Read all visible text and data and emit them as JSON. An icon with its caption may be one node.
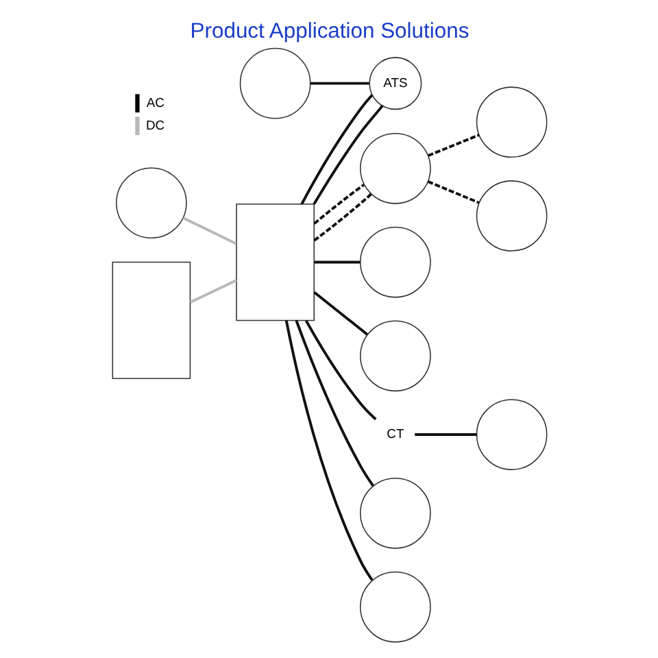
{
  "diagram": {
    "title": "Product Application Solutions",
    "nodes": [
      {
        "text": [],
        "shape": "box"
      },
      {
        "text": [],
        "shape": "circle"
      },
      {
        "text": [],
        "shape": "box"
      },
      {
        "text": [],
        "shape": "circle"
      },
      {
        "text": [],
        "shape": "circle"
      },
      {
        "text": [],
        "shape": "circle"
      },
      {
        "text": [],
        "shape": "circle"
      },
      {
        "text": [],
        "shape": "circle"
      },
      {
        "text": [],
        "shape": "circle"
      },
      {
        "text": [
          "CT"
        ]
      },
      {
        "text": [],
        "shape": "circle"
      },
      {
        "text": [],
        "shape": "circle"
      },
      {
        "text": [],
        "shape": "circle"
      },
      {
        "text": [
          "ATS"
        ]
      }
    ],
    "edges": [
      {
        "from": 0,
        "to": 3,
        "arrow": "none",
        "style": "dashed"
      },
      {
        "from": 0,
        "to": 3,
        "arrow": "none",
        "style": "dashed"
      },
      {
        "from": 3,
        "to": 4,
        "arrow": "none",
        "style": "dashed"
      },
      {
        "from": 3,
        "to": 5,
        "arrow": "none",
        "style": "dashed"
      },
      {
        "from": 1,
        "to": 0,
        "arrow": "none",
        "color": "#b8b8b8"
      },
      {
        "from": 2,
        "to": 0,
        "arrow": "none",
        "color": "#b8b8b8"
      },
      {
        "from": 0,
        "to": 6,
        "arrow": "none"
      },
      {
        "from": 0,
        "to": 7,
        "arrow": "none"
      },
      {
        "from": 0,
        "to": 9,
        "arrow": "none"
      },
      {
        "from": 9,
        "to": 8,
        "arrow": "none"
      },
      {
        "from": 0,
        "to": 10,
        "arrow": "none"
      },
      {
        "from": 0,
        "to": 11,
        "arrow": "none"
      },
      {
        "from": 0,
        "to": 13,
        "arrow": "none"
      },
      {
        "from": 12,
        "to": 13,
        "arrow": "none"
      },
      {
        "from": 0,
        "to": 13,
        "arrow": "none"
      }
    ],
    "legend": [
      {
        "text": "AC",
        "color": "#000000"
      },
      {
        "text": "DC",
        "color": "#b8b8b8"
      }
    ]
  }
}
